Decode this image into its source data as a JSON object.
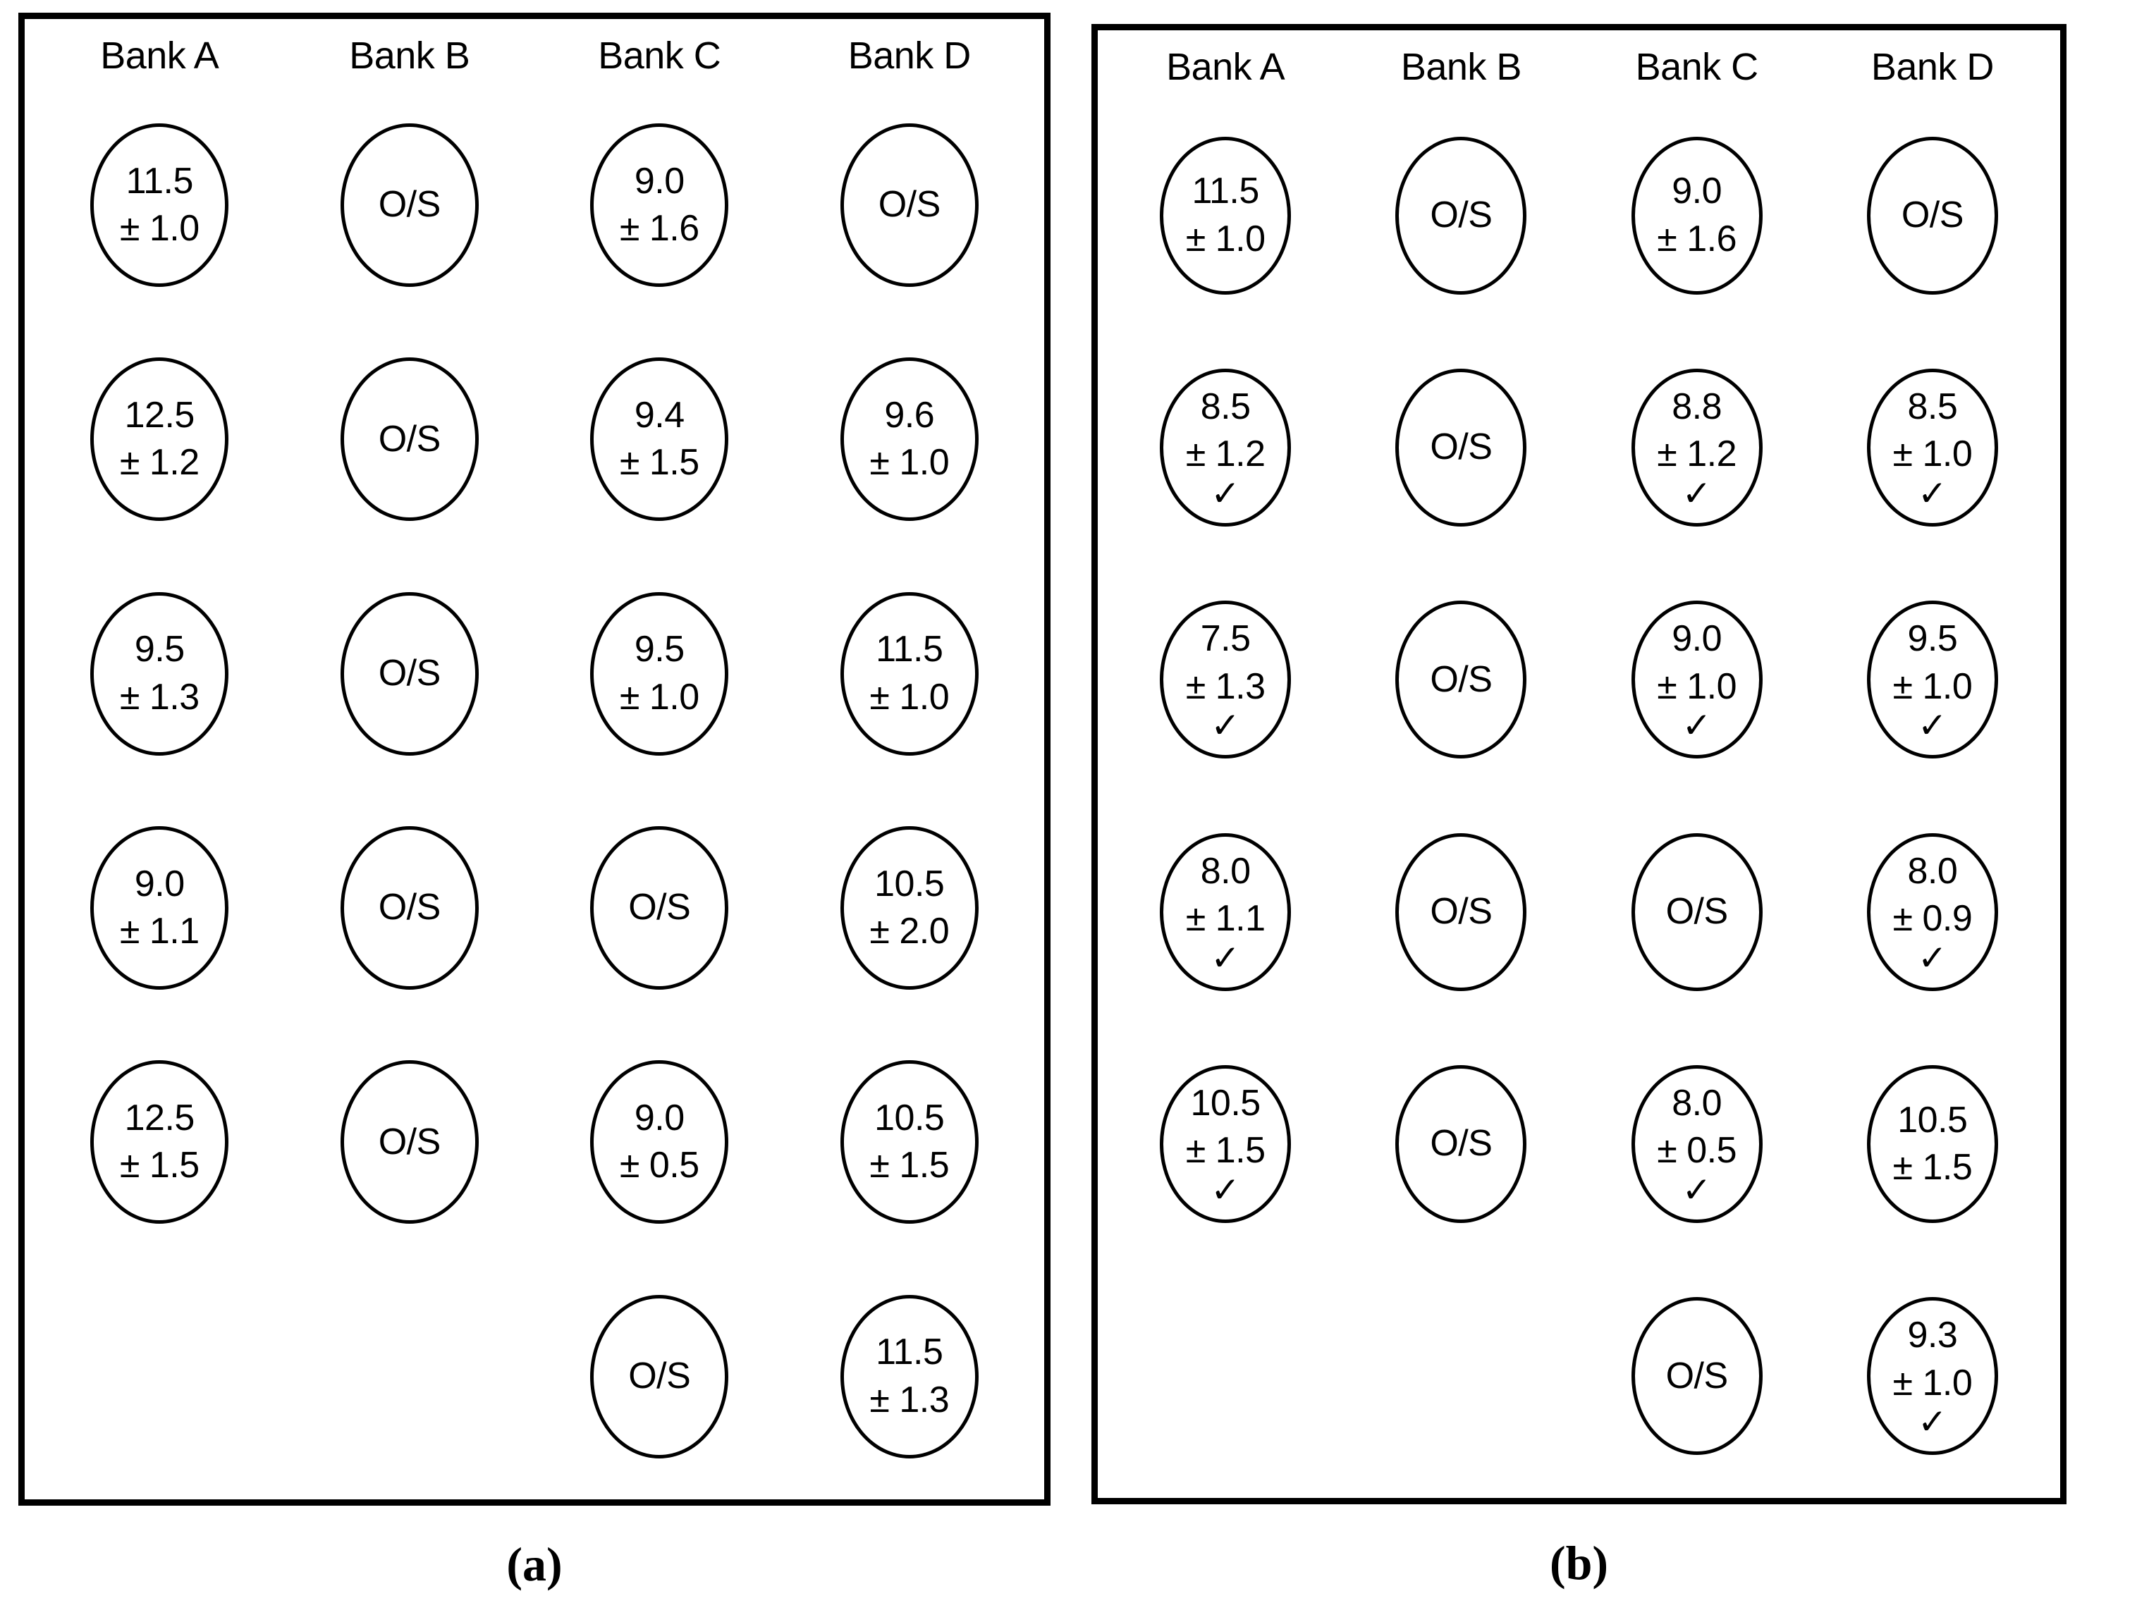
{
  "figure": {
    "panels": [
      {
        "id": "panel-a",
        "caption": "(a)",
        "columns": [
          "Bank A",
          "Bank B",
          "Bank C",
          "Bank D"
        ],
        "rows": [
          [
            {
              "value": "11.5",
              "error": "± 1.0",
              "check": false,
              "os": false
            },
            {
              "value": "",
              "error": "",
              "check": false,
              "os": true,
              "os_label": "O/S"
            },
            {
              "value": "9.0",
              "error": "± 1.6",
              "check": false,
              "os": false
            },
            {
              "value": "",
              "error": "",
              "check": false,
              "os": true,
              "os_label": "O/S"
            }
          ],
          [
            {
              "value": "12.5",
              "error": "± 1.2",
              "check": false,
              "os": false
            },
            {
              "value": "",
              "error": "",
              "check": false,
              "os": true,
              "os_label": "O/S"
            },
            {
              "value": "9.4",
              "error": "± 1.5",
              "check": false,
              "os": false
            },
            {
              "value": "9.6",
              "error": "± 1.0",
              "check": false,
              "os": false
            }
          ],
          [
            {
              "value": "9.5",
              "error": "± 1.3",
              "check": false,
              "os": false
            },
            {
              "value": "",
              "error": "",
              "check": false,
              "os": true,
              "os_label": "O/S"
            },
            {
              "value": "9.5",
              "error": "± 1.0",
              "check": false,
              "os": false
            },
            {
              "value": "11.5",
              "error": "± 1.0",
              "check": false,
              "os": false
            }
          ],
          [
            {
              "value": "9.0",
              "error": "± 1.1",
              "check": false,
              "os": false
            },
            {
              "value": "",
              "error": "",
              "check": false,
              "os": true,
              "os_label": "O/S"
            },
            {
              "value": "",
              "error": "",
              "check": false,
              "os": true,
              "os_label": "O/S"
            },
            {
              "value": "10.5",
              "error": "± 2.0",
              "check": false,
              "os": false
            }
          ],
          [
            {
              "value": "12.5",
              "error": "± 1.5",
              "check": false,
              "os": false
            },
            {
              "value": "",
              "error": "",
              "check": false,
              "os": true,
              "os_label": "O/S"
            },
            {
              "value": "9.0",
              "error": "± 0.5",
              "check": false,
              "os": false
            },
            {
              "value": "10.5",
              "error": "± 1.5",
              "check": false,
              "os": false
            }
          ],
          [
            {
              "empty": true
            },
            {
              "empty": true
            },
            {
              "value": "",
              "error": "",
              "check": false,
              "os": true,
              "os_label": "O/S"
            },
            {
              "value": "11.5",
              "error": "± 1.3",
              "check": false,
              "os": false
            }
          ]
        ]
      },
      {
        "id": "panel-b",
        "caption": "(b)",
        "columns": [
          "Bank A",
          "Bank B",
          "Bank C",
          "Bank D"
        ],
        "rows": [
          [
            {
              "value": "11.5",
              "error": "± 1.0",
              "check": false,
              "os": false
            },
            {
              "value": "",
              "error": "",
              "check": false,
              "os": true,
              "os_label": "O/S"
            },
            {
              "value": "9.0",
              "error": "± 1.6",
              "check": false,
              "os": false
            },
            {
              "value": "",
              "error": "",
              "check": false,
              "os": true,
              "os_label": "O/S"
            }
          ],
          [
            {
              "value": "8.5",
              "error": "± 1.2",
              "check": true,
              "os": false
            },
            {
              "value": "",
              "error": "",
              "check": false,
              "os": true,
              "os_label": "O/S"
            },
            {
              "value": "8.8",
              "error": "± 1.2",
              "check": true,
              "os": false
            },
            {
              "value": "8.5",
              "error": "± 1.0",
              "check": true,
              "os": false
            }
          ],
          [
            {
              "value": "7.5",
              "error": "± 1.3",
              "check": true,
              "os": false
            },
            {
              "value": "",
              "error": "",
              "check": false,
              "os": true,
              "os_label": "O/S"
            },
            {
              "value": "9.0",
              "error": "± 1.0",
              "check": true,
              "os": false
            },
            {
              "value": "9.5",
              "error": "± 1.0",
              "check": true,
              "os": false
            }
          ],
          [
            {
              "value": "8.0",
              "error": "± 1.1",
              "check": true,
              "os": false
            },
            {
              "value": "",
              "error": "",
              "check": false,
              "os": true,
              "os_label": "O/S"
            },
            {
              "value": "",
              "error": "",
              "check": false,
              "os": true,
              "os_label": "O/S"
            },
            {
              "value": "8.0",
              "error": "± 0.9",
              "check": true,
              "os": false
            }
          ],
          [
            {
              "value": "10.5",
              "error": "± 1.5",
              "check": true,
              "os": false
            },
            {
              "value": "",
              "error": "",
              "check": false,
              "os": true,
              "os_label": "O/S"
            },
            {
              "value": "8.0",
              "error": "± 0.5",
              "check": true,
              "os": false
            },
            {
              "value": "10.5",
              "error": "± 1.5",
              "check": false,
              "os": false
            }
          ],
          [
            {
              "empty": true
            },
            {
              "empty": true
            },
            {
              "value": "",
              "error": "",
              "check": false,
              "os": true,
              "os_label": "O/S"
            },
            {
              "value": "9.3",
              "error": "± 1.0",
              "check": true,
              "os": false
            }
          ]
        ]
      }
    ],
    "glyphs": {
      "check": "✓"
    },
    "colors": {
      "stroke": "#000000",
      "background": "#ffffff",
      "text": "#000000"
    }
  }
}
